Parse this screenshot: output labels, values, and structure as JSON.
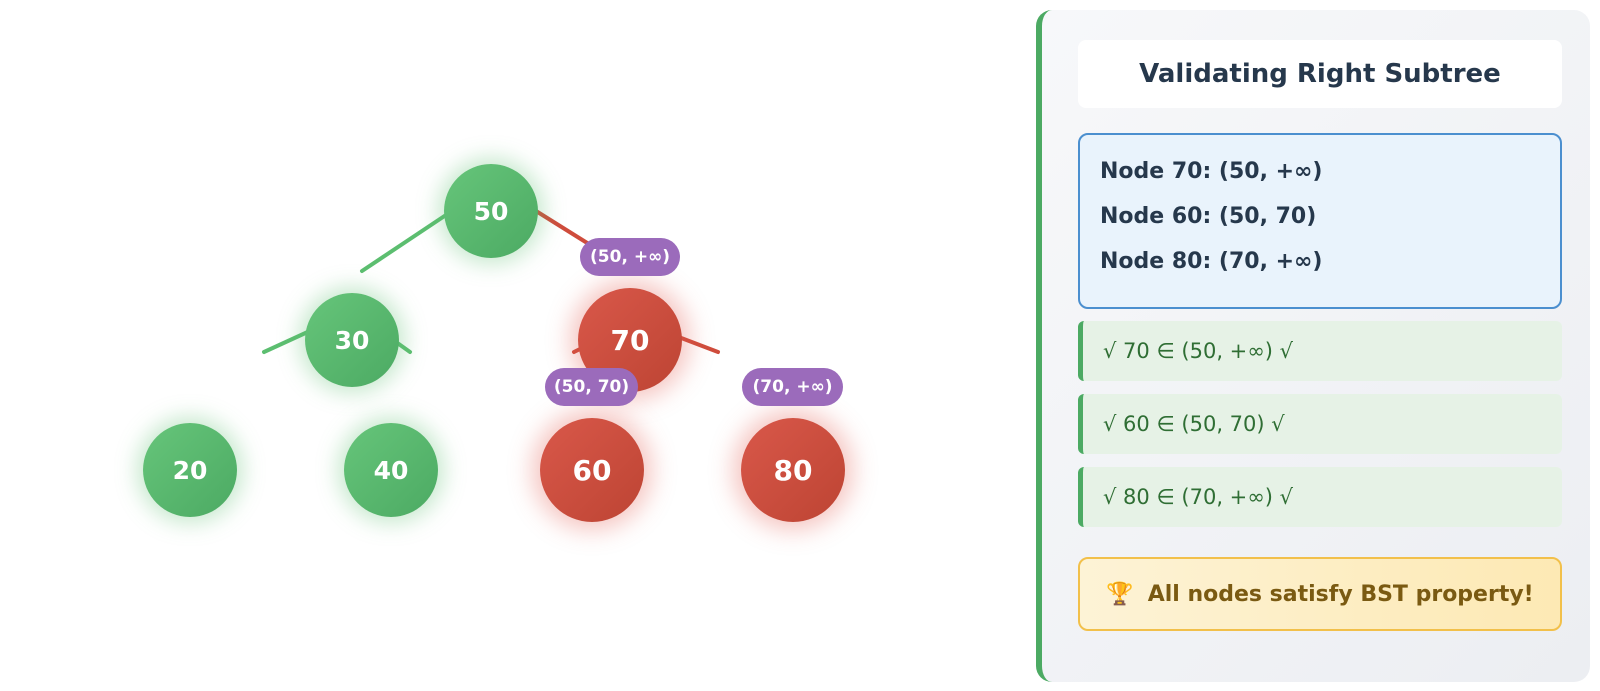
{
  "tree": {
    "nodes": [
      {
        "id": "n50",
        "value": "50",
        "status": "valid",
        "color": "#5cbe70"
      },
      {
        "id": "n30",
        "value": "30",
        "status": "valid",
        "color": "#5cbe70"
      },
      {
        "id": "n70",
        "value": "70",
        "status": "current",
        "color": "#d4503f"
      },
      {
        "id": "n20",
        "value": "20",
        "status": "valid",
        "color": "#5cbe70"
      },
      {
        "id": "n40",
        "value": "40",
        "status": "valid",
        "color": "#5cbe70"
      },
      {
        "id": "n60",
        "value": "60",
        "status": "current",
        "color": "#d4503f"
      },
      {
        "id": "n80",
        "value": "80",
        "status": "current",
        "color": "#d4503f"
      }
    ],
    "edges": [
      {
        "from": "50",
        "to": "30"
      },
      {
        "from": "50",
        "to": "70"
      },
      {
        "from": "30",
        "to": "20"
      },
      {
        "from": "30",
        "to": "40"
      },
      {
        "from": "70",
        "to": "60"
      },
      {
        "from": "70",
        "to": "80"
      }
    ],
    "range_badges": {
      "n70": "(50, +∞)",
      "n60": "(50, 70)",
      "n80": "(70, +∞)"
    },
    "colors": {
      "valid": "#5cbe70",
      "current": "#d4503f",
      "badge": "#9b6bbb"
    }
  },
  "panel": {
    "title": "Validating Right Subtree",
    "ranges": [
      "Node 70: (50, +∞)",
      "Node 60: (50, 70)",
      "Node 80: (70, +∞)"
    ],
    "checks": [
      "√ 70 ∈ (50, +∞) √",
      "√ 60 ∈ (50, 70) √",
      "√ 80 ∈ (70, +∞) √"
    ],
    "result_icon": "trophy-icon",
    "result": "All nodes satisfy BST property!"
  }
}
